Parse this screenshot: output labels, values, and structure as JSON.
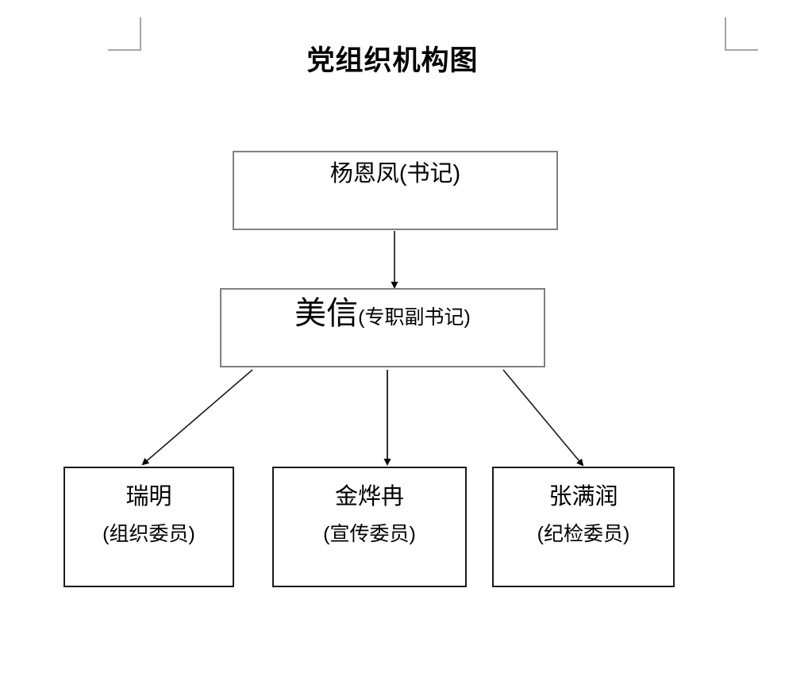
{
  "page": {
    "title": "党组织机构图",
    "background_color": "#ffffff",
    "corner_mark_color": "#a6a6a6",
    "box_border_light": "#808080",
    "box_border_dark": "#1a1a1a",
    "text_color": "#000000"
  },
  "corner_marks": [
    {
      "name": "top-left-margin-mark"
    },
    {
      "name": "top-right-margin-mark"
    }
  ],
  "nodes": {
    "secretary": {
      "name": "杨恩凤",
      "role": "(书记)",
      "full": "杨恩凤(书记)"
    },
    "deputy": {
      "name": "美信",
      "role": "(专职副书记)",
      "full": "美信(专职副书记)"
    },
    "org_member": {
      "name": "瑞明",
      "role": "(组织委员)"
    },
    "publicity_member": {
      "name": "金烨冉",
      "role": "(宣传委员)"
    },
    "discipline_member": {
      "name": "张满润",
      "role": "(纪检委员)"
    }
  },
  "connectors": [
    {
      "from": "secretary",
      "to": "deputy",
      "style": "vertical-arrow"
    },
    {
      "from": "deputy",
      "to": "org_member",
      "style": "diagonal-arrow-left"
    },
    {
      "from": "deputy",
      "to": "publicity_member",
      "style": "vertical-arrow"
    },
    {
      "from": "deputy",
      "to": "discipline_member",
      "style": "diagonal-arrow-right"
    }
  ]
}
